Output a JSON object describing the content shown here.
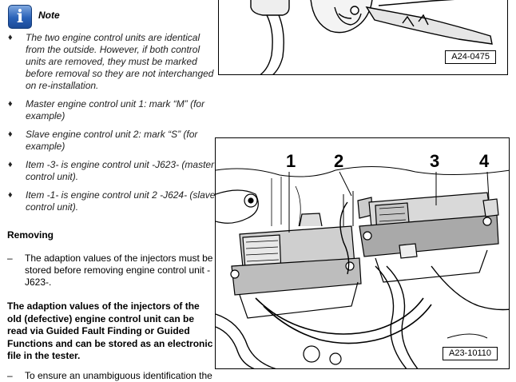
{
  "note": {
    "icon_glyph": "i",
    "label": "Note",
    "bullets": [
      "The two engine control units are identical from the outside. However, if both control units are removed, they must be marked before removal so they are not interchanged on re-installation.",
      "Master engine control unit 1: mark “M” (for example)",
      "Slave engine control unit 2: mark “S” (for example)",
      "Item -3- is engine control unit -J623- (master control unit).",
      "Item -1- is engine control unit 2 -J624- (slave control unit)."
    ],
    "bullet_glyph": "♦"
  },
  "removing": {
    "heading": "Removing",
    "dash_glyph": "–",
    "step": "The adaption values of the injectors must be stored before removing engine control unit -J623-.",
    "bold_paragraph": "The adaption values of the injectors of the old (defective) engine control unit can be read via Guided Fault Finding or Guided Functions and can be stored as an electronic file in the tester.",
    "cut_line": "To ensure an unambiguous identification the"
  },
  "figures": {
    "top": {
      "label": "A24-0475"
    },
    "main": {
      "label": "A23-10110",
      "callouts": [
        "1",
        "2",
        "3",
        "4"
      ]
    }
  }
}
